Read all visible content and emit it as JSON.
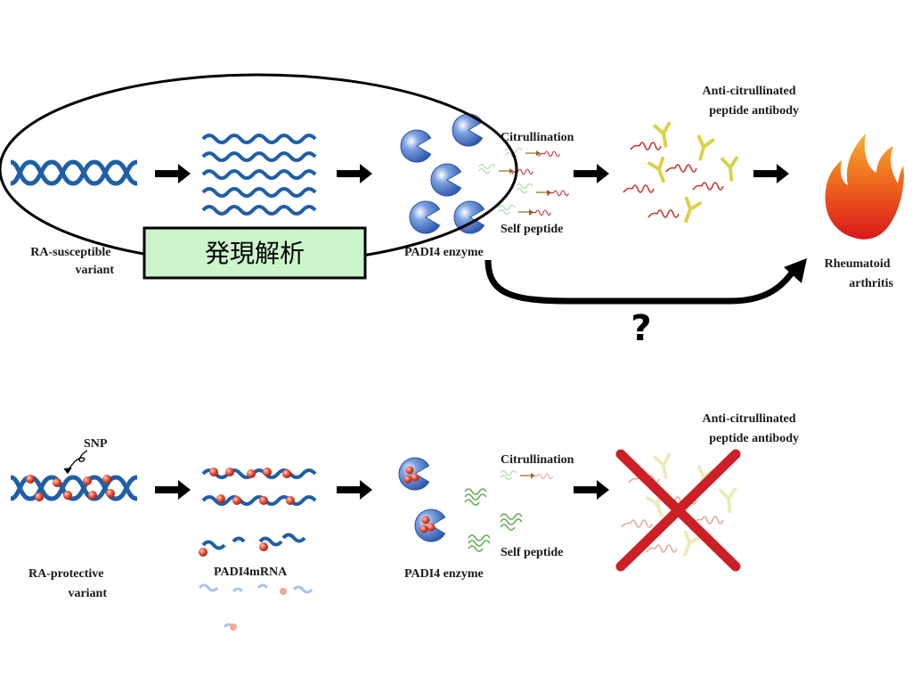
{
  "top": {
    "variant_label": [
      "RA-susceptible",
      "variant"
    ],
    "expression_box_label": "発現解析",
    "citrullination_label": "Citrullination",
    "self_peptide_label": "Self peptide",
    "enzyme_label": "PADI4 enzyme",
    "antibody_label": [
      "Anti-citrullinated",
      "peptide antibody"
    ],
    "disease_label": [
      "Rheumatoid",
      "arthritis"
    ],
    "question_mark": "?"
  },
  "bottom": {
    "snp_label": "SNP",
    "variant_label": [
      "RA-protective",
      "variant"
    ],
    "mrna_label": "PADI4mRNA",
    "citrullination_label": "Citrullination",
    "self_peptide_label": "Self peptide",
    "enzyme_label": "PADI4 enzyme",
    "antibody_label": [
      "Anti-citrullinated",
      "peptide antibody"
    ]
  },
  "colors": {
    "dna_blue": "#1f5fa8",
    "enzyme_blue": "#4a78c8",
    "peptide_red": "#c8322d",
    "peptide_green": "#5aa84a",
    "antibody_yellow": "#d9d24a",
    "cross_red": "#cc1f26",
    "box_green": "#ccf5cc",
    "flame_red": "#e0281c",
    "flame_orange": "#f5a022"
  }
}
